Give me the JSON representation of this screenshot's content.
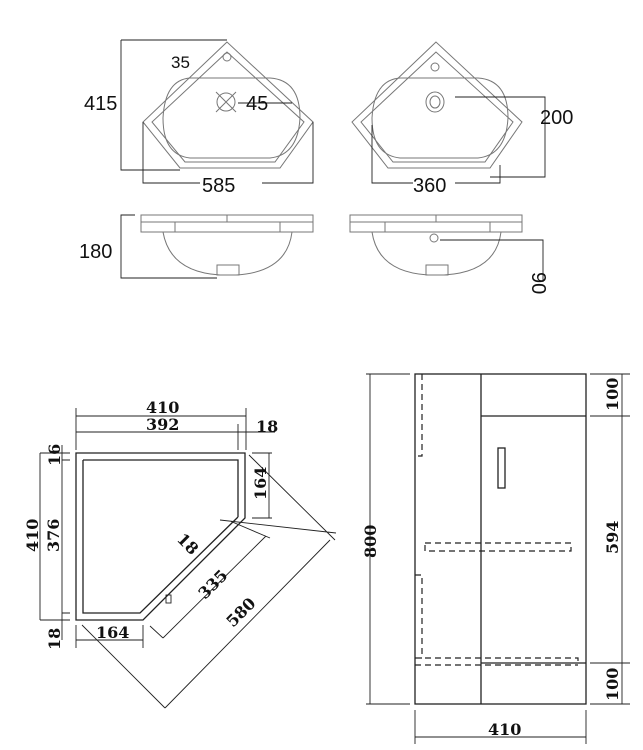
{
  "basin_top_left": {
    "height": "415",
    "tap_hole": "35",
    "waste": "45",
    "width": "585"
  },
  "basin_top_right": {
    "depth": "200",
    "width": "360"
  },
  "basin_side": {
    "height": "180",
    "overflow": "90"
  },
  "cabinet_plan": {
    "width_total": "410",
    "width_inner": "392",
    "panel_right": "18",
    "panel_top": "16",
    "depth_total": "410",
    "depth_inner": "376",
    "panel_bottom": "18",
    "side_right": "164",
    "side_bottom": "164",
    "front_panel": "18",
    "front_inner": "335",
    "diagonal": "580"
  },
  "cabinet_elevation": {
    "height": "800",
    "plinth_top": "100",
    "door": "594",
    "plinth_bottom": "100",
    "width": "410"
  }
}
